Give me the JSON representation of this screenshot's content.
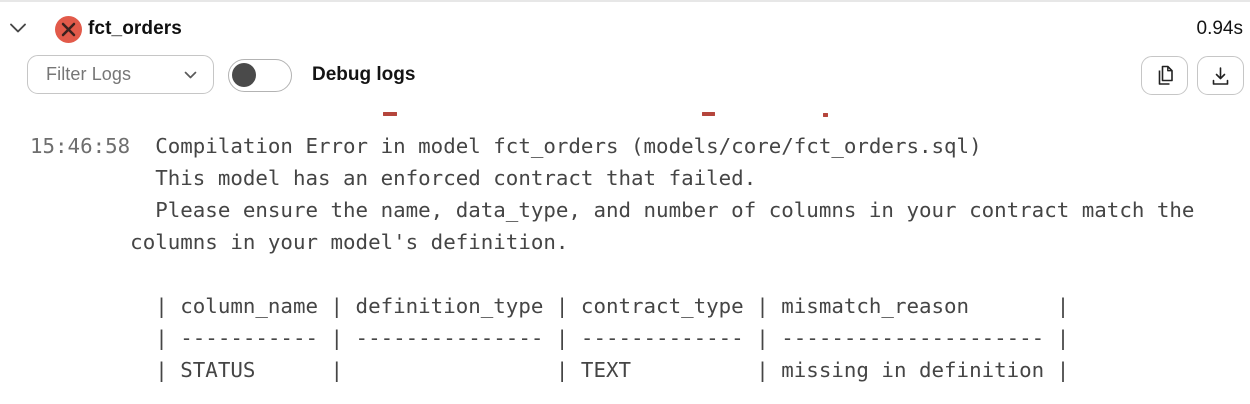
{
  "panel": {
    "title": "fct_orders",
    "elapsed_time": "0.94s",
    "status": "error",
    "status_color": "#e25a4a",
    "collapse_state": "expanded"
  },
  "toolbar": {
    "filter_label": "Filter Logs",
    "debug_toggle_label": "Debug logs",
    "debug_toggle_on": false,
    "icons": [
      "copy-icon",
      "download-icon"
    ]
  },
  "log": {
    "timestamp": "15:46:58",
    "error_color": "#b5453c",
    "clipped_red_fragments": [
      "_",
      "_",
      "."
    ],
    "message": "  Compilation Error in model fct_orders (models/core/fct_orders.sql)\n  This model has an enforced contract that failed.\n  Please ensure the name, data_type, and number of columns in your contract match the columns in your model's definition.\n\n  | column_name | definition_type | contract_type | mismatch_reason       |\n  | ----------- | --------------- | ------------- | --------------------- |\n  | STATUS      |                 | TEXT          | missing in definition |",
    "contract_diff_table": {
      "headers": [
        "column_name",
        "definition_type",
        "contract_type",
        "mismatch_reason"
      ],
      "rows": [
        [
          "STATUS",
          "",
          "TEXT",
          "missing in definition"
        ]
      ]
    }
  }
}
